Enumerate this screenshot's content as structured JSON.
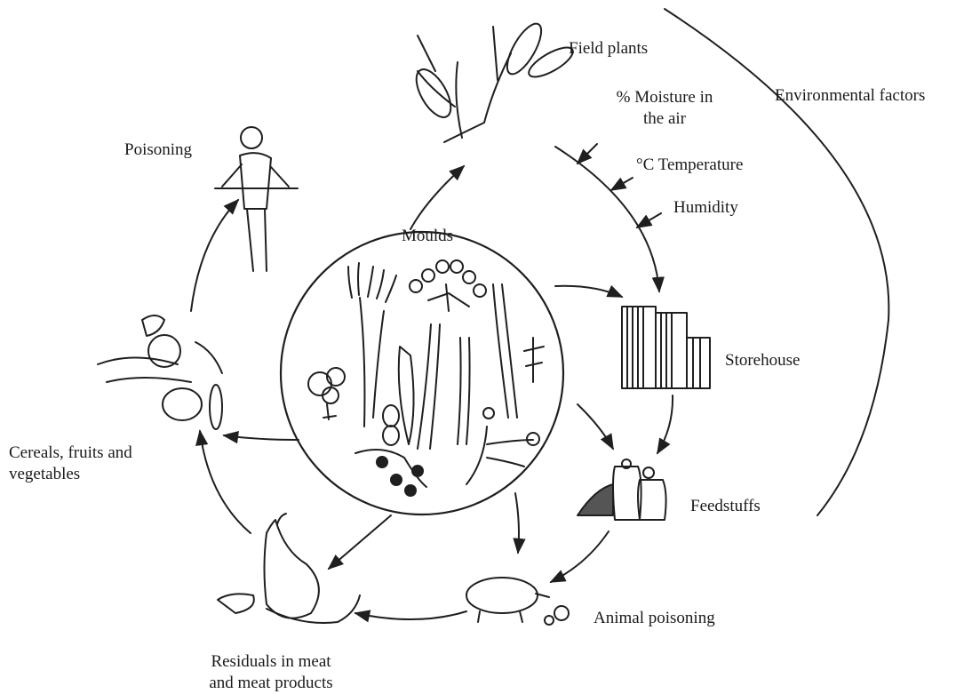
{
  "labels": {
    "field_plants": "Field plants",
    "moisture_line1": "% Moisture in",
    "moisture_line2": "the air",
    "environmental_factors": "Environmental factors",
    "temperature": "°C Temperature",
    "humidity": "Humidity",
    "poisoning": "Poisoning",
    "moulds": "Moulds",
    "storehouse": "Storehouse",
    "cereals_line1": "Cereals, fruits and",
    "cereals_line2": "vegetables",
    "feedstuffs": "Feedstuffs",
    "animal_poisoning": "Animal poisoning",
    "residuals_line1": "Residuals in meat",
    "residuals_line2": "and meat products"
  }
}
